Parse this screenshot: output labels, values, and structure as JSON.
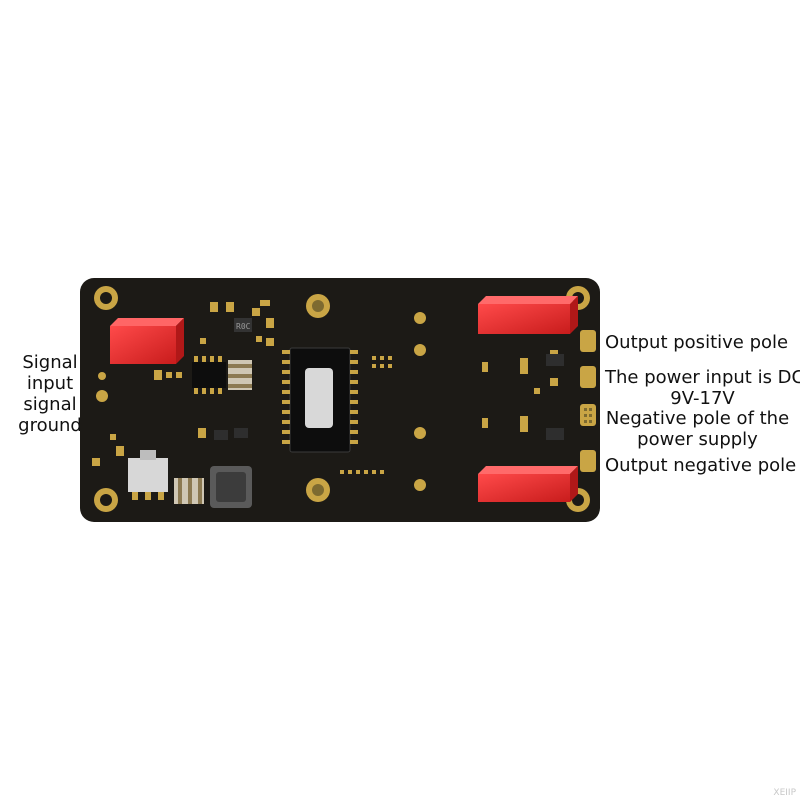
{
  "labels": {
    "left": [
      "Signal",
      "input",
      "signal",
      "ground"
    ],
    "output_positive": "Output positive pole",
    "power_input_line1": "The power input is DC",
    "power_input_line2": "9V-17V",
    "negative_supply_line1": "Negative pole of the",
    "negative_supply_line2": "power supply",
    "output_negative": "Output negative pole"
  },
  "chip_marking": "R0C",
  "watermark": "XEIIP",
  "colors": {
    "pcb": "#1c1a16",
    "pad_gold": "#c9a545",
    "terminal_red": "#e52a2a",
    "inductor_gray": "#5a5a5a",
    "chip_black": "#0d0d0d"
  }
}
